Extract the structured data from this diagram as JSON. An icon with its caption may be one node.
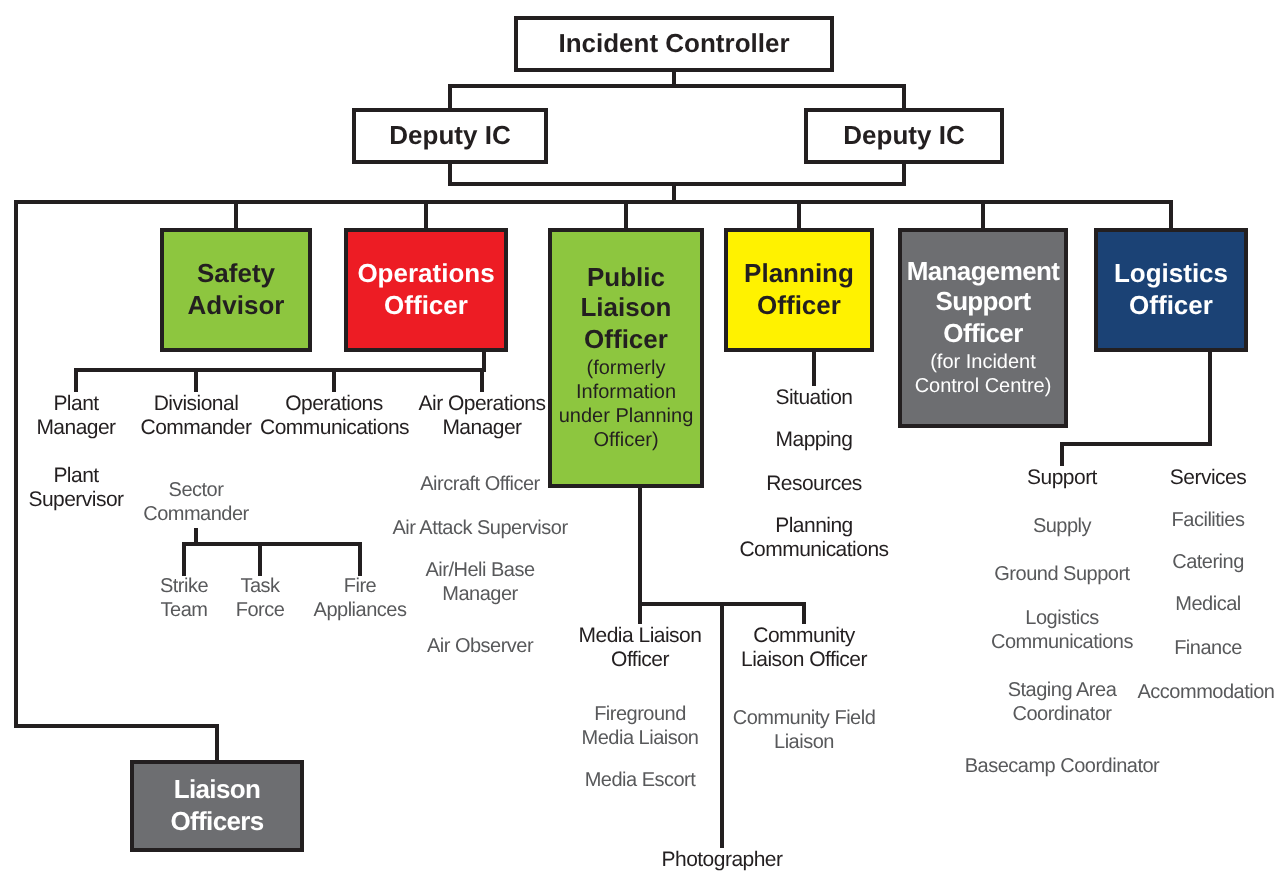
{
  "diagram": {
    "nodes": [
      {
        "text": [
          "Incident Controller"
        ]
      },
      {
        "text": [
          "Deputy IC"
        ]
      },
      {
        "text": [
          "Deputy IC"
        ]
      },
      {
        "text": [
          "Safety Advisor"
        ]
      },
      {
        "text": [
          "Operations Officer"
        ]
      },
      {
        "text": [
          "Public Liaison Officer",
          "(formerly Information under Planning Officer)"
        ]
      },
      {
        "text": [
          "Planning Officer"
        ]
      },
      {
        "text": [
          "Management Support Officer",
          "(for Incident Control Centre)"
        ]
      },
      {
        "text": [
          "Logistics Officer"
        ]
      },
      {
        "text": [
          "Plant Manager"
        ]
      },
      {
        "text": [
          "Divisional Commander"
        ]
      },
      {
        "text": [
          "Operations Communications"
        ]
      },
      {
        "text": [
          "Air Operations Manager"
        ]
      },
      {
        "text": [
          "Sector Commander"
        ]
      },
      {
        "text": [
          "Strike Team"
        ]
      },
      {
        "text": [
          "Task Force"
        ]
      },
      {
        "text": [
          "Fire Appliances"
        ]
      },
      {
        "text": [
          "Media Liaison Officer"
        ]
      },
      {
        "text": [
          "Community Liaison Officer"
        ]
      },
      {
        "text": [
          "Photographer"
        ]
      },
      {
        "text": [
          "Support"
        ]
      },
      {
        "text": [
          "Liaison Officers"
        ]
      },
      {
        "text": [
          "Situation"
        ]
      }
    ],
    "edges": [
      {
        "from": 0,
        "to": 1,
        "arrow": "none"
      },
      {
        "from": 0,
        "to": 2,
        "arrow": "none"
      },
      {
        "from": 1,
        "to": 3,
        "arrow": "none"
      },
      {
        "from": 1,
        "to": 4,
        "arrow": "none"
      },
      {
        "from": 1,
        "to": 5,
        "arrow": "none"
      },
      {
        "from": 1,
        "to": 6,
        "arrow": "none"
      },
      {
        "from": 1,
        "to": 7,
        "arrow": "none"
      },
      {
        "from": 1,
        "to": 8,
        "arrow": "none"
      },
      {
        "from": 1,
        "to": 21,
        "arrow": "none"
      },
      {
        "from": 2,
        "to": 3,
        "arrow": "none"
      },
      {
        "from": 2,
        "to": 4,
        "arrow": "none"
      },
      {
        "from": 2,
        "to": 5,
        "arrow": "none"
      },
      {
        "from": 2,
        "to": 6,
        "arrow": "none"
      },
      {
        "from": 2,
        "to": 7,
        "arrow": "none"
      },
      {
        "from": 2,
        "to": 8,
        "arrow": "none"
      },
      {
        "from": 2,
        "to": 21,
        "arrow": "none"
      },
      {
        "from": 4,
        "to": 9,
        "arrow": "none"
      },
      {
        "from": 4,
        "to": 10,
        "arrow": "none"
      },
      {
        "from": 4,
        "to": 11,
        "arrow": "none"
      },
      {
        "from": 4,
        "to": 12,
        "arrow": "none"
      },
      {
        "from": 13,
        "to": 14,
        "arrow": "none"
      },
      {
        "from": 13,
        "to": 15,
        "arrow": "none"
      },
      {
        "from": 13,
        "to": 16,
        "arrow": "none"
      },
      {
        "from": 5,
        "to": 17,
        "arrow": "none"
      },
      {
        "from": 5,
        "to": 19,
        "arrow": "none"
      },
      {
        "from": 5,
        "to": 18,
        "arrow": "none"
      },
      {
        "from": 6,
        "to": 22,
        "arrow": "none"
      },
      {
        "from": 8,
        "to": 20,
        "arrow": "none"
      }
    ],
    "labels": [
      "Plant Supervisor",
      "Aircraft Officer",
      "Air Attack Supervisor",
      "Air/Heli Base Manager",
      "Air Observer",
      "Fireground Media Liaison",
      "Media Escort",
      "Community Field Liaison",
      "Mapping",
      "Resources",
      "Planning Communications",
      "Services",
      "Supply",
      "Ground Support",
      "Logistics Communications",
      "Staging Area Coordinator",
      "Basecamp Coordinator",
      "Facilities",
      "Catering",
      "Medical",
      "Finance",
      "Accommodation"
    ]
  }
}
